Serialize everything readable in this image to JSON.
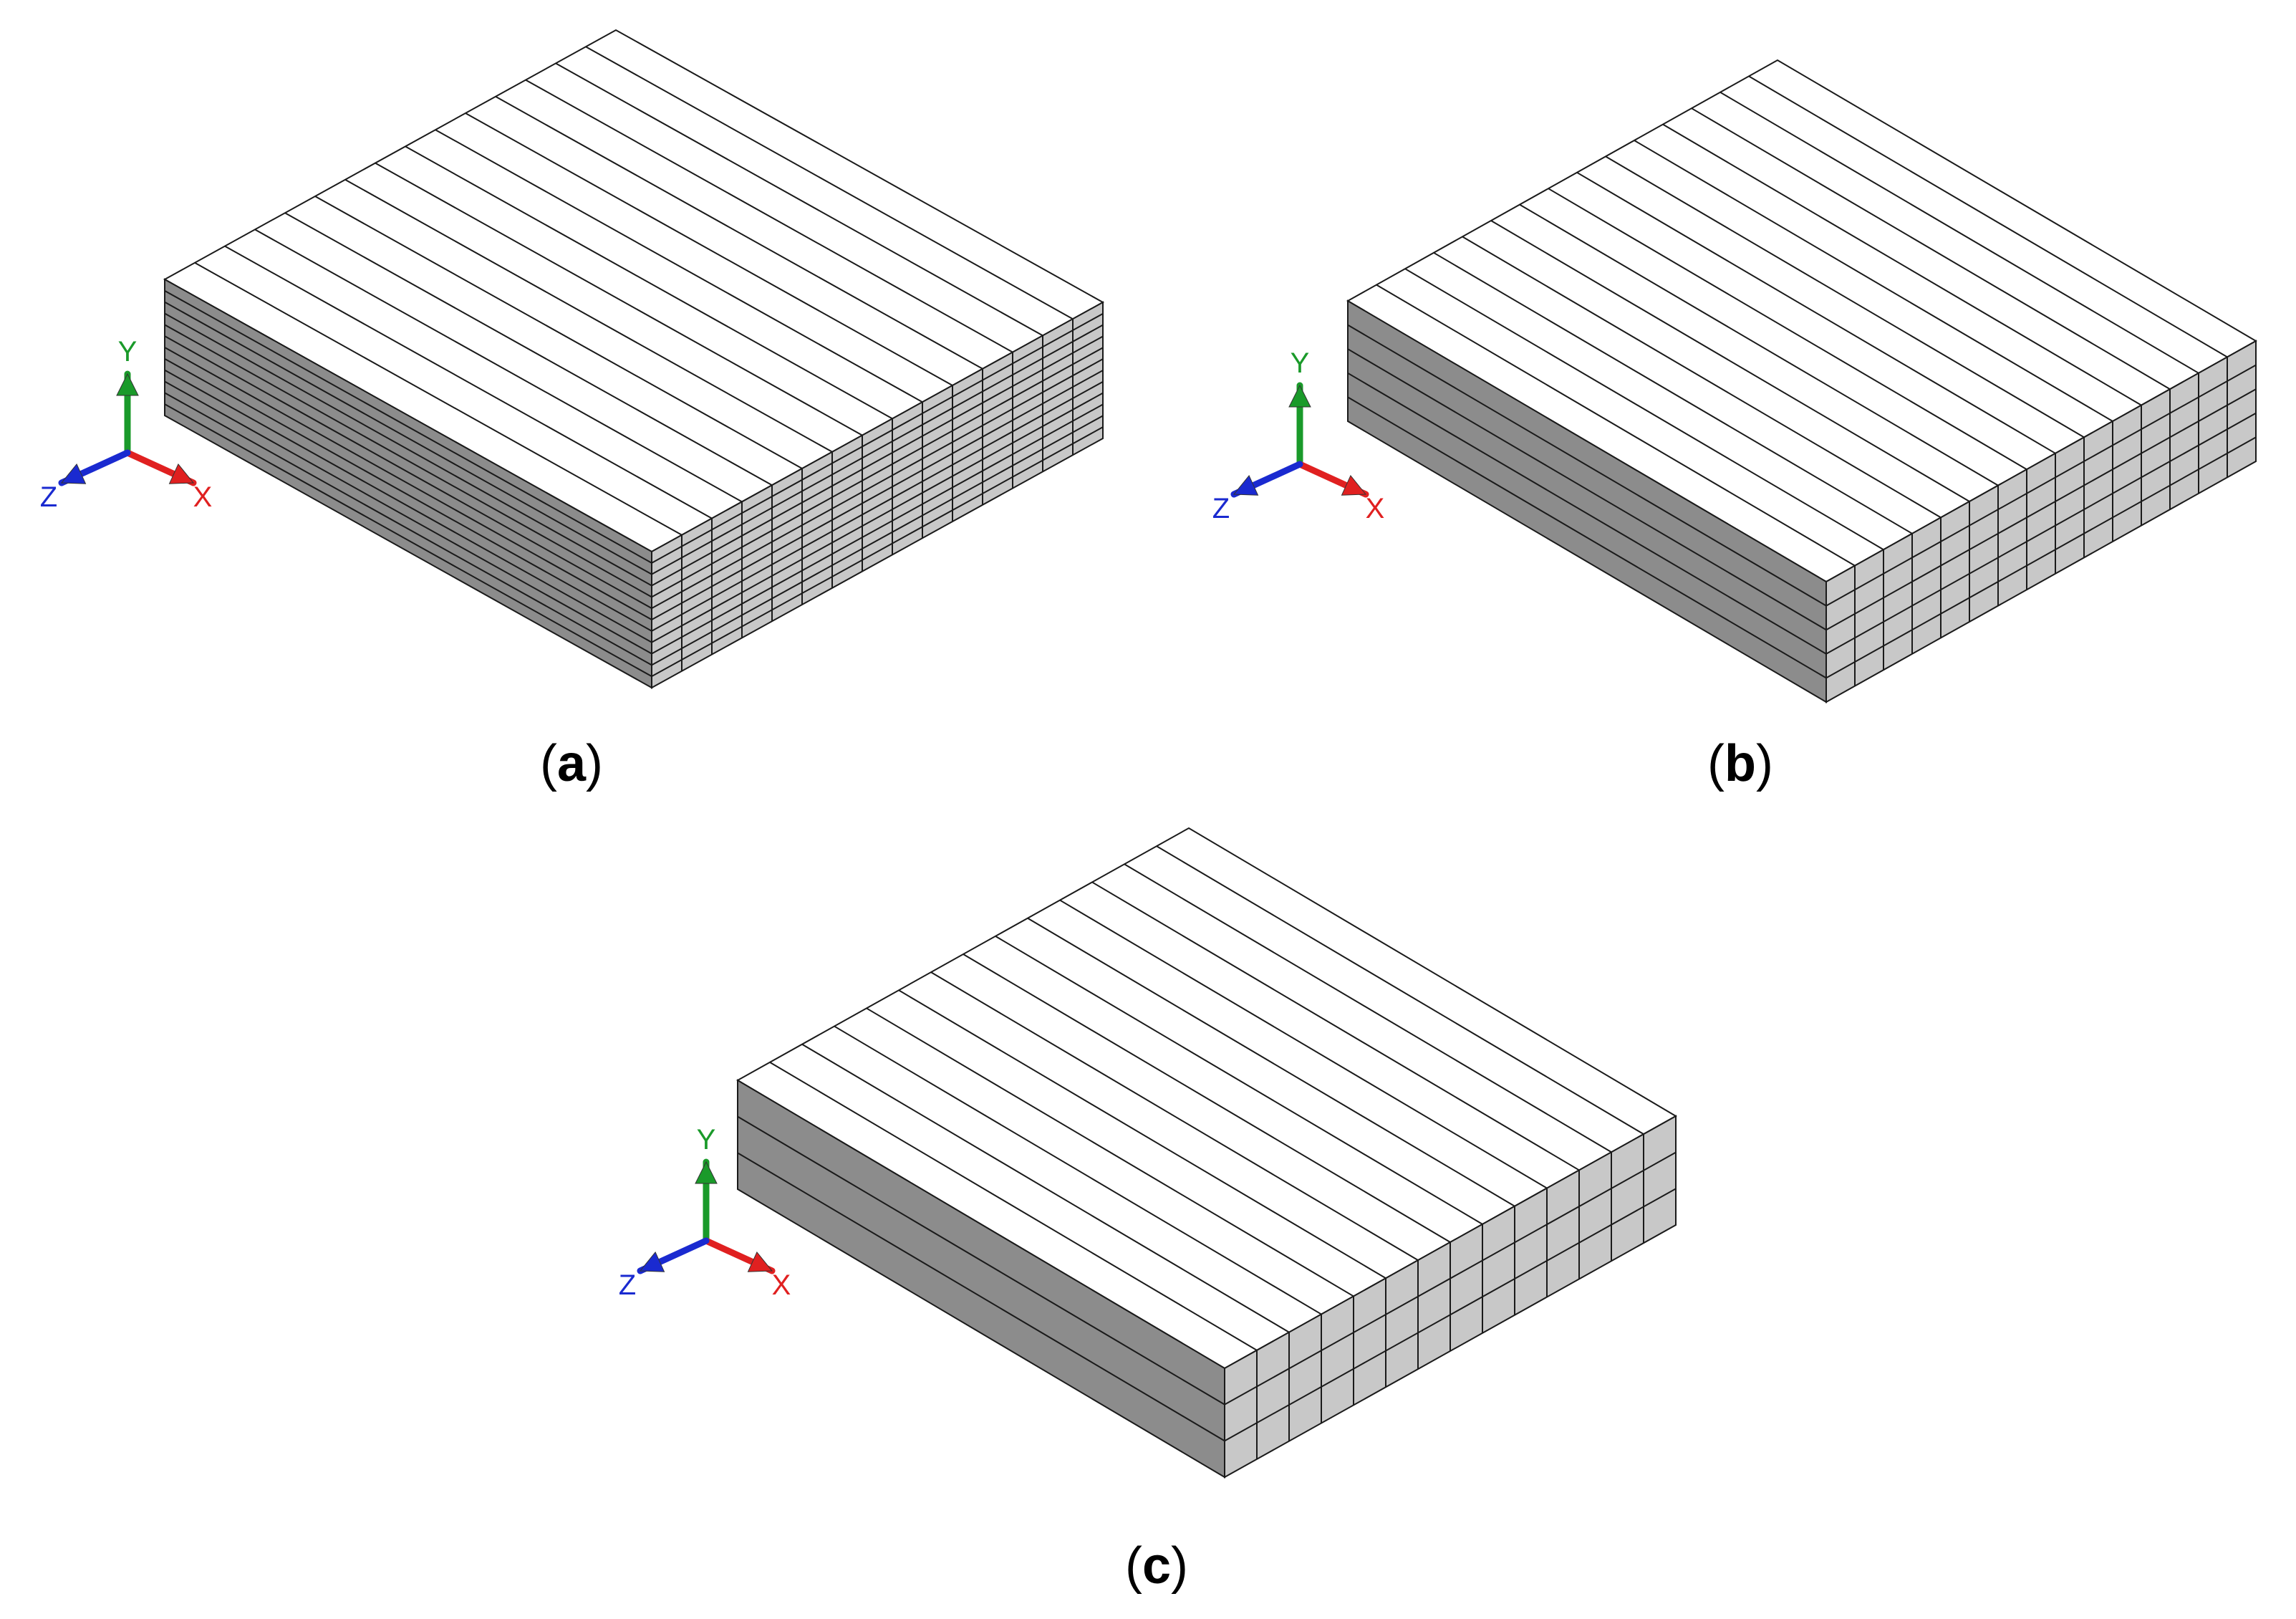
{
  "panels": [
    {
      "id": "a",
      "label": "a",
      "layers": 12,
      "strips": 15,
      "axes": {
        "x": "X",
        "y": "Y",
        "z": "Z"
      }
    },
    {
      "id": "b",
      "label": "b",
      "layers": 5,
      "strips": 15,
      "axes": {
        "x": "X",
        "y": "Y",
        "z": "Z"
      }
    },
    {
      "id": "c",
      "label": "c",
      "layers": 3,
      "strips": 14,
      "axes": {
        "x": "X",
        "y": "Y",
        "z": "Z"
      }
    }
  ],
  "colors": {
    "top_face": "#ffffff",
    "left_face": "#8c8c8c",
    "right_face": "#c8c8c8",
    "edge": "#1a1a1a",
    "axis_x": "#e02020",
    "axis_y": "#1a9a2a",
    "axis_z": "#1a2ad0"
  }
}
